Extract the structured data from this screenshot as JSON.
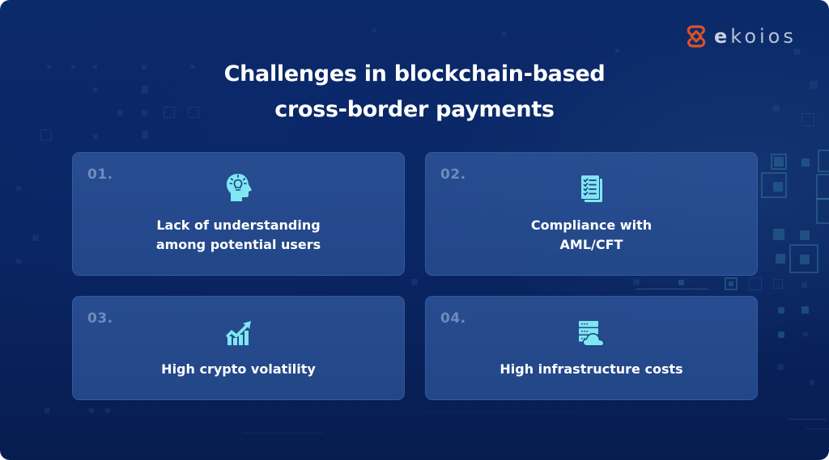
{
  "brand": {
    "name": "ekoios",
    "name_first": "e",
    "name_rest": "koios",
    "logo_icon": "ekoios-logo-icon",
    "logo_color": "#d9532b",
    "text_color": "#b6c2d6"
  },
  "title": {
    "line1": "Challenges in blockchain-based",
    "line2": "cross-border payments"
  },
  "colors": {
    "background": "#0a2562",
    "card": "#2c5296",
    "icon_accent": "#7fe6f2",
    "number_text": "#6f8bbd",
    "text": "#ffffff"
  },
  "cards": [
    {
      "number": "01.",
      "icon": "head-lightbulb-icon",
      "label": "Lack of understanding\namong potential users"
    },
    {
      "number": "02.",
      "icon": "checklist-document-icon",
      "label": "Compliance with\nAML/CFT"
    },
    {
      "number": "03.",
      "icon": "growth-chart-icon",
      "label": "High crypto volatility"
    },
    {
      "number": "04.",
      "icon": "server-cloud-icon",
      "label": "High infrastructure costs"
    }
  ]
}
